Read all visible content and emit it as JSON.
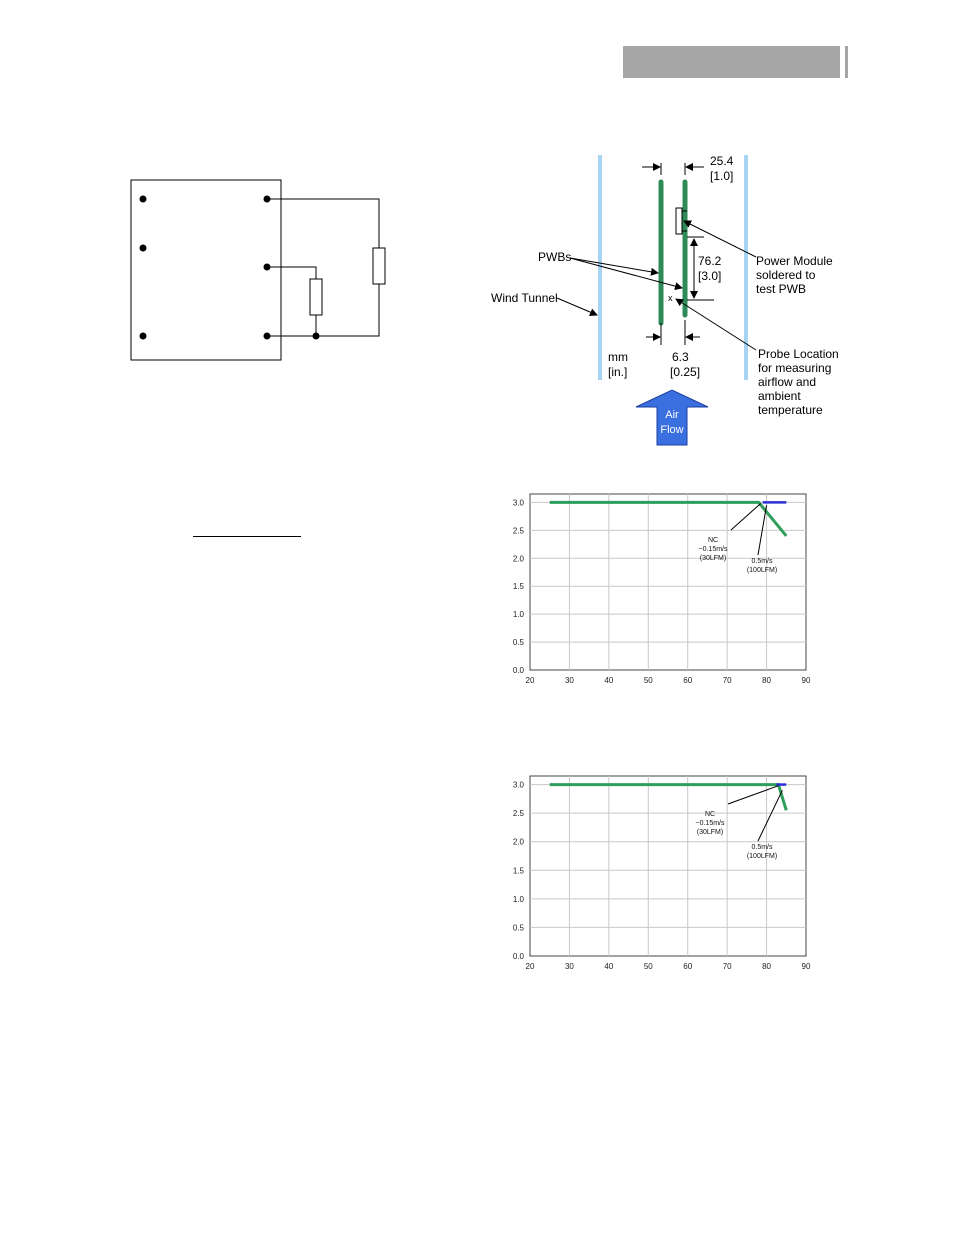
{
  "tunnel": {
    "dim_spacing": "25.4",
    "dim_spacing_in": "[1.0]",
    "dim_height": "76.2",
    "dim_height_in": "[3.0]",
    "dim_gap": "6.3",
    "dim_gap_in": "[0.25]",
    "units_mm": "mm",
    "units_in": "[in.]",
    "label_pwbs": "PWBs",
    "label_wind_tunnel": "Wind Tunnel",
    "label_module_1": "Power Module",
    "label_module_2": "soldered to",
    "label_module_3": "test PWB",
    "label_probe_1": "Probe Location",
    "label_probe_2": "for measuring",
    "label_probe_3": "airflow and",
    "label_probe_4": "ambient",
    "label_probe_5": "temperature",
    "airflow_1": "Air",
    "airflow_2": "Flow",
    "colors": {
      "tunnel": "#a8d4f4",
      "pwb": "#2e8b57",
      "arrow": "#3a6fe0"
    }
  },
  "chart_data": [
    {
      "type": "line",
      "x_ticks": [
        "20",
        "30",
        "40",
        "50",
        "60",
        "70",
        "80",
        "90"
      ],
      "y_ticks": [
        "0.0",
        "0.5",
        "1.0",
        "1.5",
        "2.0",
        "2.5",
        "3.0"
      ],
      "xlim": [
        20,
        90
      ],
      "ylim": [
        0,
        3.15
      ],
      "series": [
        {
          "color": "#2e9e5b",
          "points": [
            [
              25,
              3.0
            ],
            [
              78,
              3.0
            ],
            [
              85,
              2.4
            ]
          ]
        },
        {
          "color": "#2a2fd6",
          "points": [
            [
              79,
              3.0
            ],
            [
              85,
              3.0
            ]
          ]
        }
      ],
      "annotations": [
        {
          "lines": [
            "NC",
            "~0.15m/s",
            "(30LFM)"
          ],
          "target": [
            78.5,
            2.98
          ]
        },
        {
          "lines": [
            "0.5m/s",
            "(100LFM)"
          ],
          "target": [
            80,
            2.95
          ]
        }
      ]
    },
    {
      "type": "line",
      "x_ticks": [
        "20",
        "30",
        "40",
        "50",
        "60",
        "70",
        "80",
        "90"
      ],
      "y_ticks": [
        "0.0",
        "0.5",
        "1.0",
        "1.5",
        "2.0",
        "2.5",
        "3.0"
      ],
      "xlim": [
        20,
        90
      ],
      "ylim": [
        0,
        3.15
      ],
      "series": [
        {
          "color": "#2e9e5b",
          "points": [
            [
              25,
              3.0
            ],
            [
              83,
              3.0
            ],
            [
              85,
              2.55
            ]
          ]
        },
        {
          "color": "#2a2fd6",
          "points": [
            [
              82.5,
              3.0
            ],
            [
              85,
              3.0
            ]
          ]
        }
      ],
      "annotations": [
        {
          "lines": [
            "NC",
            "~0.15m/s",
            "(30LFM)"
          ],
          "target": [
            83,
            2.98
          ]
        },
        {
          "lines": [
            "0.5m/s",
            "(100LFM)"
          ],
          "target": [
            84,
            2.9
          ]
        }
      ]
    }
  ]
}
